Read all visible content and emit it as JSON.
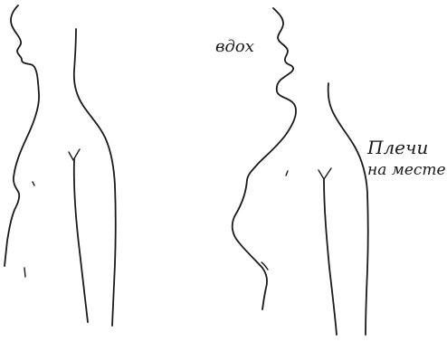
{
  "figure": {
    "left_figure": {
      "label": ""
    },
    "right_figure": {
      "labels": {
        "inhale": "вдох",
        "shoulders_line1": "Плечи",
        "shoulders_line2": "на месте"
      }
    }
  },
  "colors": {
    "ink": "#1a1a1a",
    "paper": "#ffffff"
  }
}
